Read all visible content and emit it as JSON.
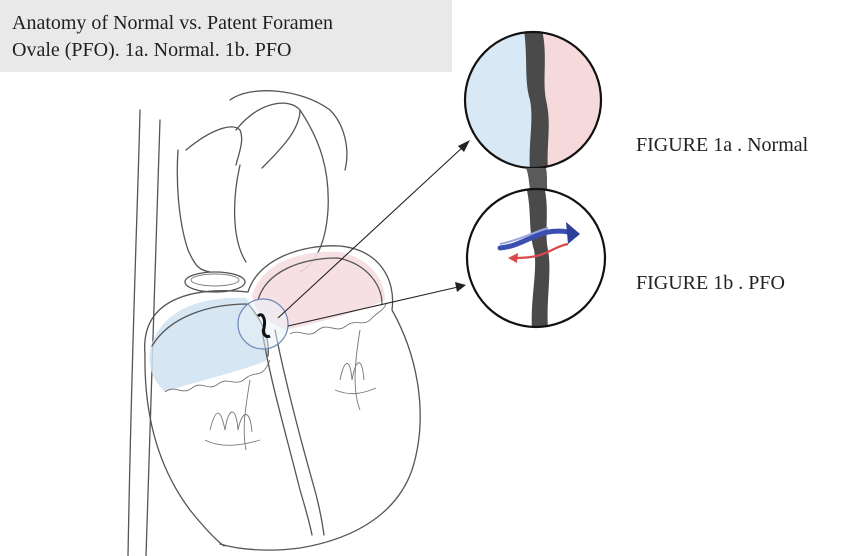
{
  "title": {
    "line1": "Anatomy of Normal vs. Patent Foramen",
    "line2": "Ovale (PFO). 1a. Normal. 1b. PFO"
  },
  "labels": {
    "figure_1a": "FIGURE 1a .  Normal",
    "figure_1b": "FIGURE 1b . PFO"
  },
  "colors": {
    "right_atrium_tint": "#cfe2f1",
    "left_atrium_tint": "#f5dde0",
    "septum": "#4a4a4a",
    "deoxygenated_flow": "#3b4fb0",
    "oxygenated_flow": "#d84a4a"
  }
}
